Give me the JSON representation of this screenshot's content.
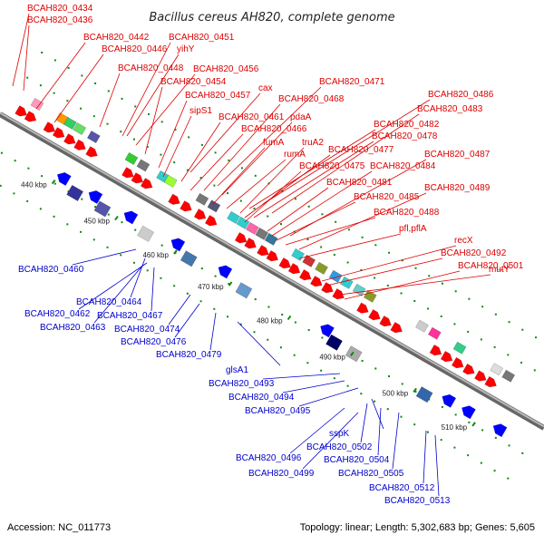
{
  "title": "Bacillus cereus AH820, complete genome",
  "footer": {
    "accession": "Accession: NC_011773",
    "summary": "Topology: linear; Length: 5,302,683 bp; Genes: 5,605"
  },
  "colors": {
    "forward_label": "#dd0000",
    "reverse_label": "#0000cc",
    "axis": "#888888",
    "forward_gene": "#ff0000",
    "reverse_gene": "#0000ff"
  },
  "ticks": [
    "440 kbp",
    "450 kbp",
    "460 kbp",
    "470 kbp",
    "480 kbp",
    "490 kbp",
    "500 kbp",
    "510 kbp"
  ],
  "forward_labels": [
    "BCAH820_0434",
    "BCAH820_0436",
    "BCAH820_0442",
    "BCAH820_0451",
    "BCAH820_0446",
    "yihY",
    "BCAH820_0448",
    "BCAH820_0456",
    "BCAH820_0454",
    "cax",
    "BCAH820_0471",
    "BCAH820_0457",
    "BCAH820_0468",
    "BCAH820_0486",
    "sipS1",
    "BCAH820_0483",
    "BCAH820_0461",
    "pdaA",
    "BCAH820_0482",
    "BCAH820_0466",
    "BCAH820_0478",
    "fumA",
    "truA2",
    "BCAH820_0477",
    "rumA",
    "BCAH820_0487",
    "BCAH820_0475",
    "BCAH820_0484",
    "BCAH820_0481",
    "BCAH820_0489",
    "BCAH820_0485",
    "BCAH820_0488",
    "pfl,pflA",
    "recX",
    "mutY",
    "BCAH820_0492",
    "BCAH820_0501"
  ],
  "reverse_labels": [
    "BCAH820_0460",
    "BCAH820_0464",
    "BCAH820_0462",
    "BCAH820_0467",
    "BCAH820_0463",
    "BCAH820_0474",
    "BCAH820_0476",
    "BCAH820_0479",
    "glsA1",
    "BCAH820_0493",
    "BCAH820_0494",
    "BCAH820_0495",
    "sspK",
    "BCAH820_0502",
    "BCAH820_0496",
    "BCAH820_0504",
    "BCAH820_0499",
    "BCAH820_0505",
    "BCAH820_0512",
    "BCAH820_0513"
  ]
}
